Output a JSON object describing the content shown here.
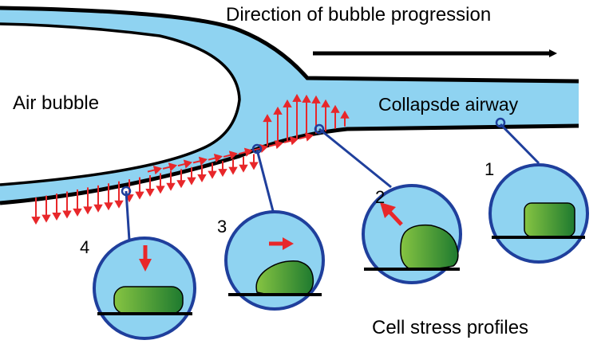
{
  "labels": {
    "direction": "Direction of bubble progression",
    "air_bubble": "Air bubble",
    "airway": "Collapsde airway",
    "profiles": "Cell stress profiles"
  },
  "insets": [
    {
      "number": "1",
      "stress": "none"
    },
    {
      "number": "2",
      "stress": "normal-outward"
    },
    {
      "number": "3",
      "stress": "shear"
    },
    {
      "number": "4",
      "stress": "normal-inward"
    }
  ],
  "colors": {
    "fluid": "#8fd3f1",
    "wall": "#000000",
    "connector": "#1f3f9c",
    "stress_arrow": "#e8272a",
    "cell_light": "#86c442",
    "cell_dark": "#1e7a2f"
  }
}
